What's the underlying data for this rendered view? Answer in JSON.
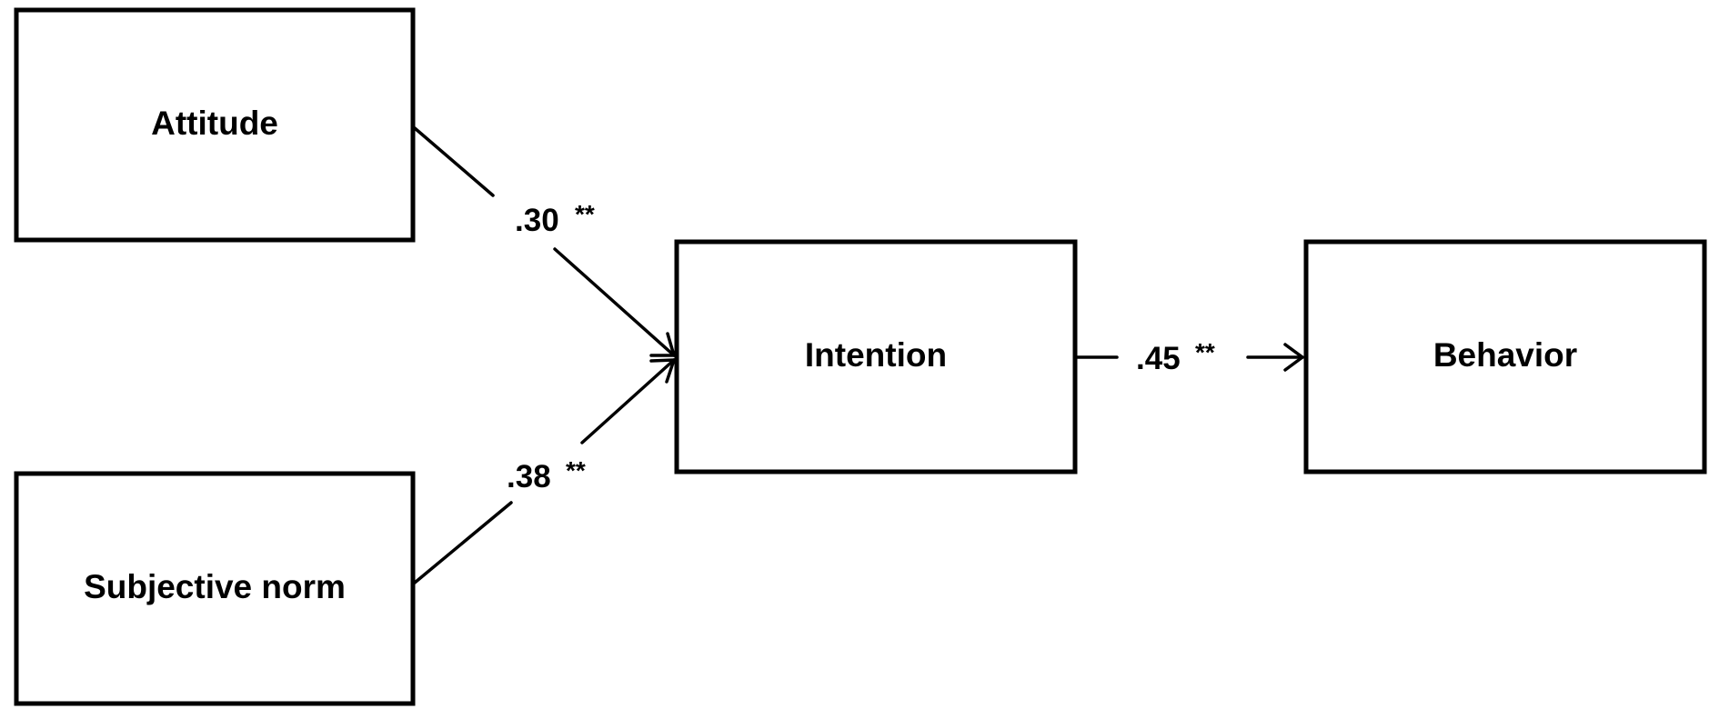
{
  "nodes": {
    "attitude": {
      "label": "Attitude"
    },
    "subjective_norm": {
      "label": "Subjective norm"
    },
    "intention": {
      "label": "Intention"
    },
    "behavior": {
      "label": "Behavior"
    }
  },
  "edges": {
    "attitude_intention": {
      "from": "Attitude",
      "to": "Intention",
      "coefficient": ".30",
      "significance": "**"
    },
    "norm_intention": {
      "from": "Subjective norm",
      "to": "Intention",
      "coefficient": ".38",
      "significance": "**"
    },
    "intention_behavior": {
      "from": "Intention",
      "to": "Behavior",
      "coefficient": ".45",
      "significance": "**"
    }
  }
}
